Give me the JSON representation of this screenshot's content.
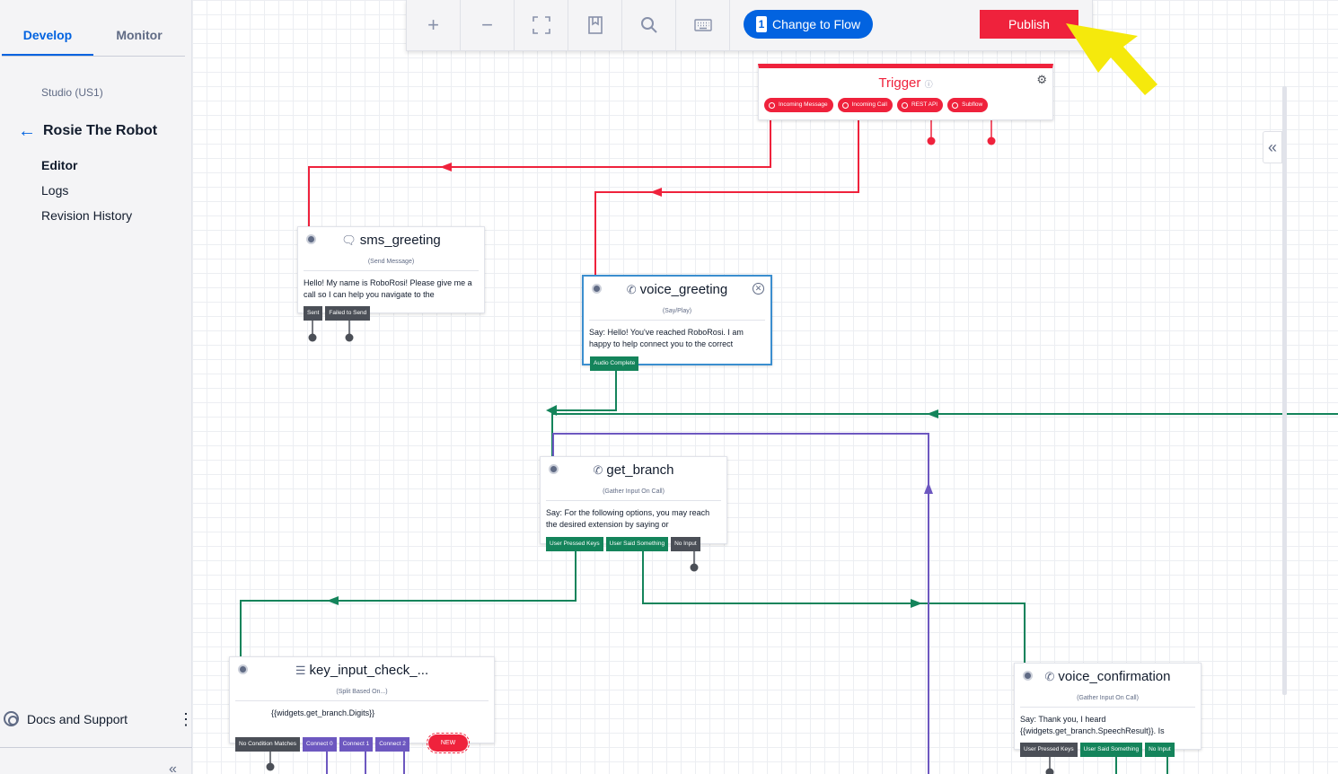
{
  "sidebar": {
    "tabs": [
      {
        "label": "Develop",
        "active": true
      },
      {
        "label": "Monitor",
        "active": false
      }
    ],
    "studio_label": "Studio (US1)",
    "flow_name": "Rosie The Robot",
    "nav": [
      {
        "label": "Editor",
        "active": true
      },
      {
        "label": "Logs",
        "active": false
      },
      {
        "label": "Revision History",
        "active": false
      }
    ],
    "docs_label": "Docs and Support"
  },
  "toolbar": {
    "zoom_in_icon": "plus-icon",
    "zoom_out_icon": "minus-icon",
    "fit_icon": "fullscreen-icon",
    "bookmark_icon": "bookmark-icon",
    "search_icon": "search-icon",
    "keyboard_icon": "keyboard-icon",
    "change_count": "1",
    "change_label": "Change to Flow",
    "publish_label": "Publish"
  },
  "colors": {
    "accent_blue": "#0263e0",
    "publish_red": "#ef223c",
    "wire_red": "#ef223c",
    "wire_green": "#14845b",
    "wire_purple": "#6d58c0",
    "annotation_yellow": "#f5e90c"
  },
  "trigger": {
    "title": "Trigger",
    "tags": [
      "Incoming Message",
      "Incoming Call",
      "REST API",
      "Subflow"
    ]
  },
  "widgets": {
    "sms_greeting": {
      "title": "sms_greeting",
      "subtitle": "(Send Message)",
      "body": "Hello! My name is RoboRosi! Please give me a call so I can help you navigate to the",
      "tags": [
        "Sent",
        "Failed to Send"
      ]
    },
    "voice_greeting": {
      "title": "voice_greeting",
      "subtitle": "(Say/Play)",
      "body": "Say: Hello! You've reached RoboRosi. I am happy to help connect you to the correct",
      "tags": [
        "Audio Complete"
      ]
    },
    "get_branch": {
      "title": "get_branch",
      "subtitle": "(Gather Input On Call)",
      "body": "Say: For the following options, you may reach the desired extension by saying or",
      "tags": [
        "User Pressed Keys",
        "User Said Something",
        "No Input"
      ]
    },
    "key_input_check": {
      "title": "key_input_check_...",
      "subtitle": "(Split Based On...)",
      "body": "{{widgets.get_branch.Digits}}",
      "tags": [
        "No Condition Matches",
        "Connect 0",
        "Connect 1",
        "Connect 2"
      ],
      "new_label": "NEW"
    },
    "voice_confirmation": {
      "title": "voice_confirmation",
      "subtitle": "(Gather Input On Call)",
      "body": "Say: Thank you, I heard {{widgets.get_branch.SpeechResult}}. Is",
      "tags": [
        "User Pressed Keys",
        "User Said Something",
        "No Input"
      ]
    }
  }
}
